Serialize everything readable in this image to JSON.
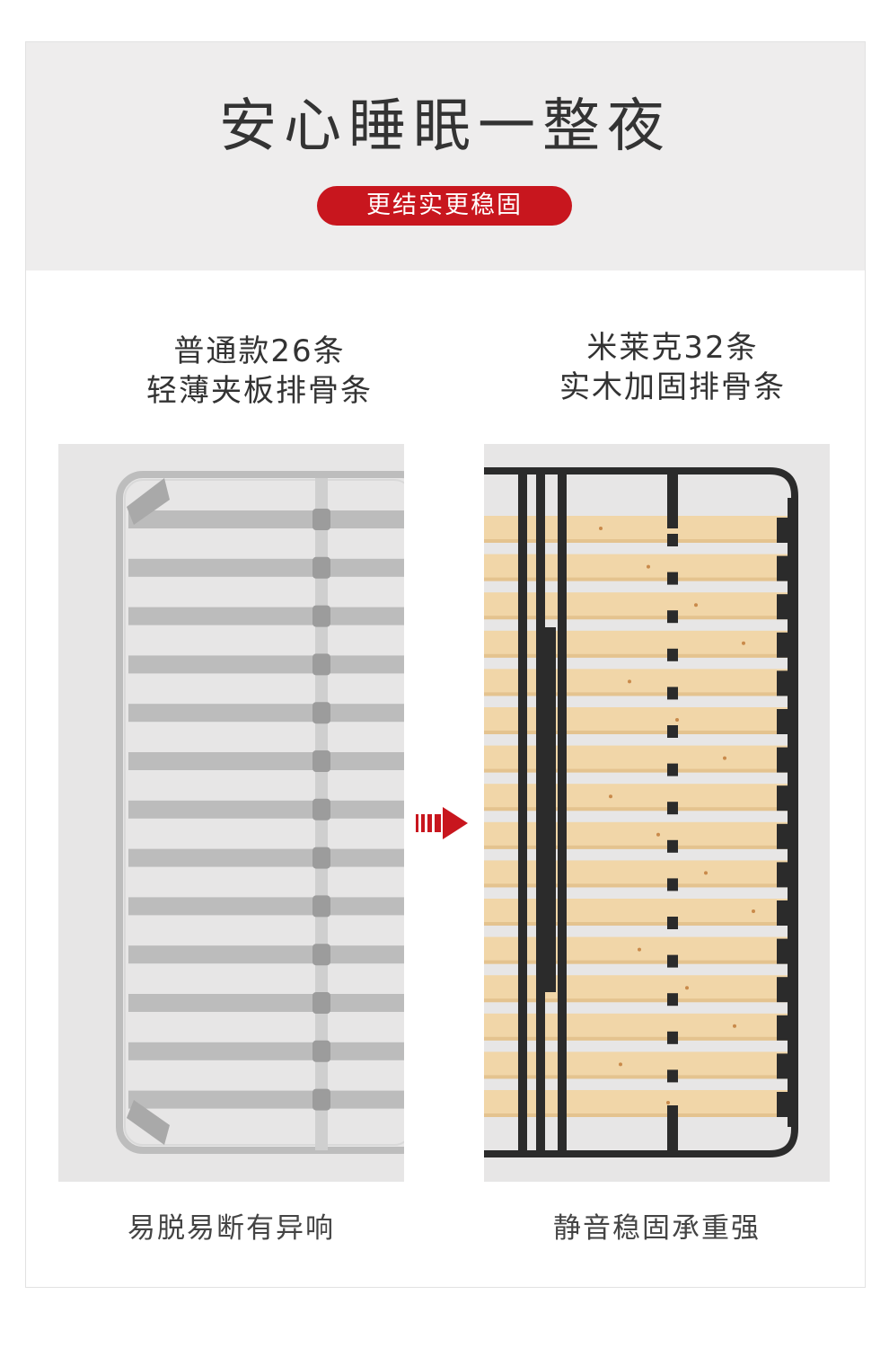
{
  "header": {
    "title": "安心睡眠一整夜",
    "badge": "更结实更稳固"
  },
  "comparison": {
    "left": {
      "line1": "普通款26条",
      "line2": "轻薄夹板排骨条",
      "caption": "易脱易断有异响"
    },
    "right": {
      "line1": "米莱克32条",
      "line2": "实木加固排骨条",
      "caption": "静音稳固承重强"
    }
  },
  "colors": {
    "accent_red": "#c8161e",
    "panel_bg": "#e7e6e6",
    "header_bg": "#eeeded",
    "frame_dark": "#2b2b2b",
    "wood": "#f1d6a8"
  },
  "icons": {
    "arrow": "right-arrow-icon"
  }
}
